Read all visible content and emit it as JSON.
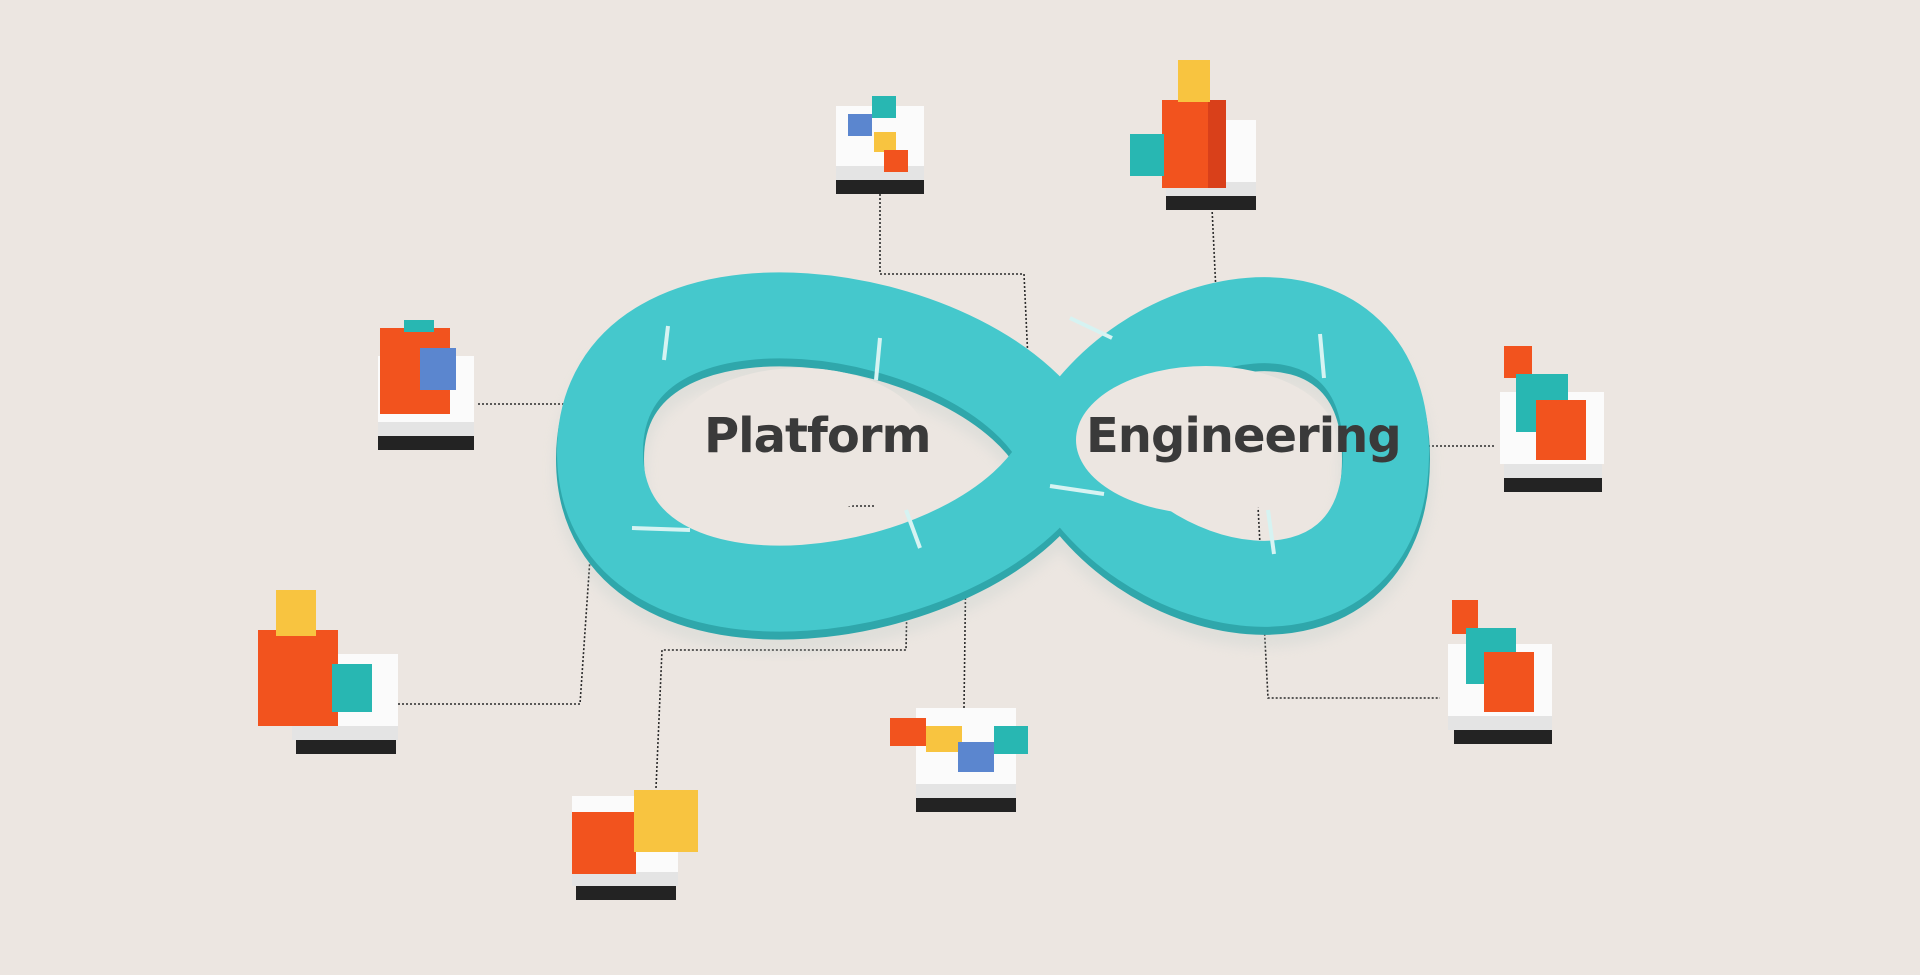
{
  "diagram": {
    "labels": {
      "left": "Platform",
      "right": "Engineering"
    }
  },
  "colors": {
    "background": "#ece6e1",
    "loop": "#45c8cc",
    "loop_side": "#2fa7ab",
    "loop_divider": "#d6f3f2",
    "text": "#3a3a3a",
    "orange": "#f2531e",
    "yellow": "#f8c440",
    "teal": "#28b7b2",
    "blue": "#5b86cf",
    "pedestal_top": "#fbfbfb",
    "pedestal_side": "#e4e4e4",
    "pedestal_base": "#232323",
    "connector": "#2a2a2a"
  },
  "nodes": [
    {
      "name": "node-top-left",
      "icon": "small-cubes-cluster"
    },
    {
      "name": "node-top-right",
      "icon": "orange-tower-with-yellow-and-teal"
    },
    {
      "name": "node-left-upper",
      "icon": "orange-cube-with-blue"
    },
    {
      "name": "node-right-upper",
      "icon": "teal-and-orange-stack"
    },
    {
      "name": "node-left-lower",
      "icon": "orange-tower-with-yellow-and-teal"
    },
    {
      "name": "node-bottom-left",
      "icon": "orange-and-yellow-cubes"
    },
    {
      "name": "node-bottom-center",
      "icon": "small-cubes-row"
    },
    {
      "name": "node-right-lower",
      "icon": "teal-and-orange-stack"
    }
  ]
}
